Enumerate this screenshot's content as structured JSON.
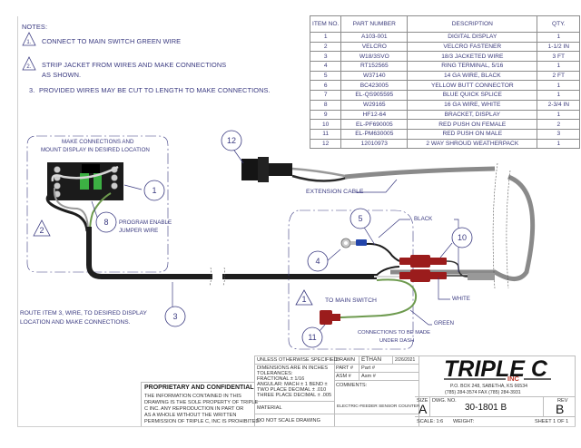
{
  "notes": {
    "header": "NOTES:",
    "items": [
      {
        "marker": "1.",
        "text": "CONNECT TO MAIN SWITCH GREEN WIRE"
      },
      {
        "marker": "2.",
        "text": "STRIP JACKET FROM WIRES AND MAKE CONNECTIONS",
        "text2": "AS SHOWN."
      },
      {
        "marker": "3.",
        "text": "PROVIDED WIRES MAY BE CUT TO LENGTH TO MAKE CONNECTIONS."
      }
    ]
  },
  "bom": {
    "headers": [
      "ITEM NO.",
      "PART NUMBER",
      "DESCRIPTION",
      "QTY."
    ],
    "rows": [
      [
        "1",
        "A103-001",
        "DIGITAL DISPLAY",
        "1"
      ],
      [
        "2",
        "VELCRO",
        "VELCRO FASTENER",
        "1-1/2 IN"
      ],
      [
        "3",
        "W18/3SVO",
        "18/3 JACKETED WIRE",
        "3 FT"
      ],
      [
        "4",
        "RT152565",
        "RING TERMINAL, 5/16",
        "1"
      ],
      [
        "5",
        "W37140",
        "14 GA WIRE, BLACK",
        "2 FT"
      ],
      [
        "6",
        "BC423005",
        "YELLOW BUTT CONNECTOR",
        "1"
      ],
      [
        "7",
        "EL-QS905595",
        "BLUE QUICK SPLICE",
        "1"
      ],
      [
        "8",
        "W29165",
        "16 GA WIRE, WHITE",
        "2-3/4 IN"
      ],
      [
        "9",
        "HF12-64",
        "BRACKET, DISPLAY",
        "1"
      ],
      [
        "10",
        "EL-PF690005",
        "RED PUSH ON FEMALE",
        "2"
      ],
      [
        "11",
        "EL-PM630005",
        "RED PUSH ON MALE",
        "3"
      ],
      [
        "12",
        "12010973",
        "2 WAY SHROUD WEATHERPACK",
        "1"
      ]
    ]
  },
  "callouts": {
    "display_box_title1": "MAKE CONNECTIONS AND",
    "display_box_title2": "MOUNT DISPLAY IN DESIRED LOCATION",
    "program_enable1": "PROGRAM ENABLE",
    "program_enable2": "JUMPER WIRE",
    "extension_cable": "EXTENSION CABLE",
    "black": "BLACK",
    "white": "WHITE",
    "green": "GREEN",
    "to_main_switch": "TO MAIN SWITCH",
    "under_dash1": "CONNECTIONS TO BE MADE",
    "under_dash2": "UNDER DASH",
    "route1": "ROUTE ITEM 3, WIRE, TO DESIRED DISPLAY",
    "route2": "LOCATION AND MAKE CONNECTIONS.",
    "balloons": {
      "b1": "1",
      "b2": "2",
      "b3": "3",
      "b4": "4",
      "b5": "5",
      "b8": "8",
      "b10": "10",
      "b11": "11",
      "b12": "12",
      "n1": "1"
    }
  },
  "title_block": {
    "proprietary_title": "PROPRIETARY AND CONFIDENTIAL",
    "proprietary_lines": [
      "THE INFORMATION CONTAINED IN THIS",
      "DRAWING IS THE SOLE PROPERTY OF TRIPLE",
      "C INC.  ANY REPRODUCTION IN PART OR",
      "AS A WHOLE WITHOUT THE WRITTEN",
      "PERMISSION OF TRIPLE C, INC IS PROHIBITED."
    ],
    "unless": "UNLESS OTHERWISE SPECIFIED:",
    "tolerances": [
      "DIMENSIONS ARE IN INCHES",
      "TOLERANCES:",
      "FRACTIONAL ± 1/16",
      "ANGULAR: MACH ± 1  BEND ±",
      "TWO PLACE DECIMAL     ± .010",
      "THREE PLACE DECIMAL   ± .005"
    ],
    "material": "MATERIAL",
    "do_not_scale": "DO NOT SCALE DRAWING",
    "drawn_label": "DRAWN",
    "drawn_by": "ETHAN",
    "drawn_date": "2/26/2021",
    "part_label": "PART #",
    "part_value": "Part #",
    "asm_label": "ASM #",
    "asm_value": "Asm #",
    "comments_label": "COMMENTS:",
    "comments_value": "ELECTRIC-FEEDER SENSOR COUNTER",
    "company": "TRIPLE C",
    "company_inc": "INC",
    "address1": "P.O. BOX 248, SABETHA, KS 66534",
    "address2": "(785) 284-3574  FAX (785) 284-3931",
    "size_label": "SIZE",
    "size_value": "A",
    "dwg_label": "DWG. NO.",
    "dwg_value": "30-1801 B",
    "rev_label": "REV",
    "rev_value": "B",
    "scale": "SCALE: 1:6",
    "weight": "WEIGHT:",
    "sheet": "SHEET 1 OF 1"
  },
  "colors": {
    "annotation": "#3a3a80",
    "wire_black": "#1e1e1e",
    "wire_gray": "#8a8a8a",
    "wire_green": "#6d9a4e",
    "terminal_red": "#9b1c1c",
    "splice_blue": "#2244aa",
    "logo_red": "#c0392b"
  }
}
